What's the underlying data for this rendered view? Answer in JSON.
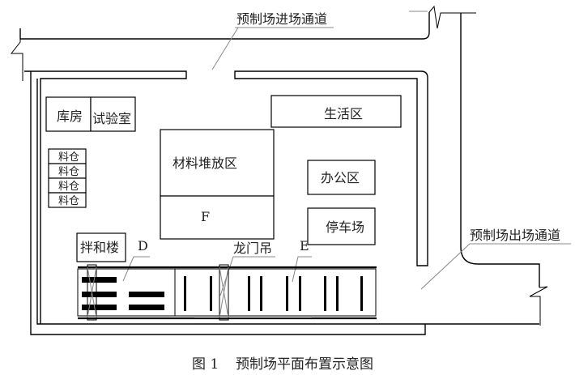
{
  "labels": {
    "entry_road": "预制场进场通道",
    "exit_road": "预制场出场通道",
    "warehouse": "库房",
    "lab": "试验室",
    "living_area": "生活区",
    "material_storage": "材料堆放区",
    "zone_f": "F",
    "office": "办公区",
    "parking": "停车场",
    "silos": [
      "料仓",
      "料仓",
      "料仓",
      "料仓"
    ],
    "mixing_plant": "拌和楼",
    "zone_d": "D",
    "gantry_crane": "龙门吊",
    "zone_e": "E"
  },
  "caption": {
    "figure_number": "图 1",
    "title": "预制场平面布置示意图"
  }
}
